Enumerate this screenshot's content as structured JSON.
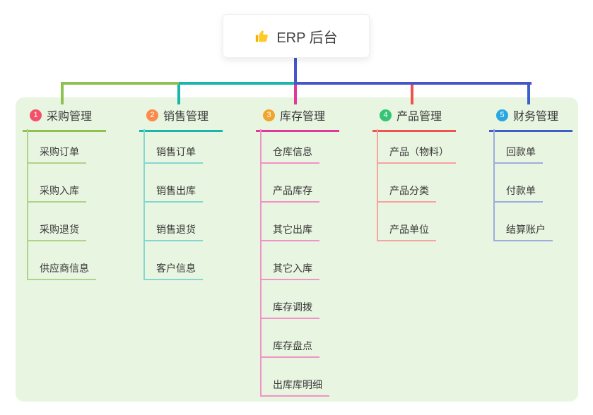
{
  "root": {
    "label": "ERP 后台",
    "icon": "thumbs-up-icon",
    "connector_color": "#4656c9"
  },
  "panel_color": "#e8f5e1",
  "branches": [
    {
      "num": "1",
      "label": "采购管理",
      "badge_color": "#f3516b",
      "line_color": "#8dc152",
      "child_line_color": "#aed487",
      "children": [
        "采购订单",
        "采购入库",
        "采购退货",
        "供应商信息"
      ]
    },
    {
      "num": "2",
      "label": "销售管理",
      "badge_color": "#fb8a4b",
      "line_color": "#1ab5ad",
      "child_line_color": "#84d6d0",
      "children": [
        "销售订单",
        "销售出库",
        "销售退货",
        "客户信息"
      ]
    },
    {
      "num": "3",
      "label": "库存管理",
      "badge_color": "#f2a52c",
      "line_color": "#e0389b",
      "child_line_color": "#f193c8",
      "children": [
        "仓库信息",
        "产品库存",
        "其它出库",
        "其它入库",
        "库存调拨",
        "库存盘点",
        "出库库明细"
      ]
    },
    {
      "num": "4",
      "label": "产品管理",
      "badge_color": "#34c574",
      "line_color": "#ef5350",
      "child_line_color": "#f7a3a1",
      "children": [
        "产品（物料）",
        "产品分类",
        "产品单位"
      ]
    },
    {
      "num": "5",
      "label": "财务管理",
      "badge_color": "#2aa7e0",
      "line_color": "#3f5fc8",
      "child_line_color": "#9cadde",
      "children": [
        "回款单",
        "付款单",
        "结算账户"
      ]
    }
  ]
}
